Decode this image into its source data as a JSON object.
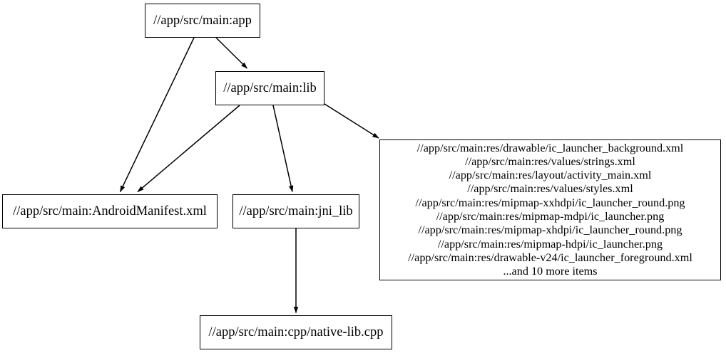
{
  "graph": {
    "type": "directed-dependency-graph",
    "background_color": "#ffffff",
    "node_fill": "#ffffff",
    "node_stroke": "#000000",
    "edge_color": "#000000",
    "nodes": [
      {
        "id": "app",
        "label": "//app/src/main:app"
      },
      {
        "id": "lib",
        "label": "//app/src/main:lib"
      },
      {
        "id": "manifest",
        "label": "//app/src/main:AndroidManifest.xml"
      },
      {
        "id": "jni_lib",
        "label": "//app/src/main:jni_lib"
      },
      {
        "id": "resources",
        "label": "//app/src/main:res/drawable/ic_launcher_background.xml\n//app/src/main:res/values/strings.xml\n//app/src/main:res/layout/activity_main.xml\n//app/src/main:res/values/styles.xml\n//app/src/main:res/mipmap-xxhdpi/ic_launcher_round.png\n//app/src/main:res/mipmap-mdpi/ic_launcher.png\n//app/src/main:res/mipmap-xhdpi/ic_launcher_round.png\n//app/src/main:res/mipmap-hdpi/ic_launcher.png\n//app/src/main:res/drawable-v24/ic_launcher_foreground.xml\n...and 10 more items",
        "lines": [
          "//app/src/main:res/drawable/ic_launcher_background.xml",
          "//app/src/main:res/values/strings.xml",
          "//app/src/main:res/layout/activity_main.xml",
          "//app/src/main:res/values/styles.xml",
          "//app/src/main:res/mipmap-xxhdpi/ic_launcher_round.png",
          "//app/src/main:res/mipmap-mdpi/ic_launcher.png",
          "//app/src/main:res/mipmap-xhdpi/ic_launcher_round.png",
          "//app/src/main:res/mipmap-hdpi/ic_launcher.png",
          "//app/src/main:res/drawable-v24/ic_launcher_foreground.xml",
          "...and 10 more items"
        ]
      },
      {
        "id": "native_lib",
        "label": "//app/src/main:cpp/native-lib.cpp"
      }
    ],
    "edges": [
      {
        "from": "app",
        "to": "manifest"
      },
      {
        "from": "app",
        "to": "lib"
      },
      {
        "from": "lib",
        "to": "manifest"
      },
      {
        "from": "lib",
        "to": "jni_lib"
      },
      {
        "from": "lib",
        "to": "resources"
      },
      {
        "from": "jni_lib",
        "to": "native_lib"
      }
    ]
  }
}
